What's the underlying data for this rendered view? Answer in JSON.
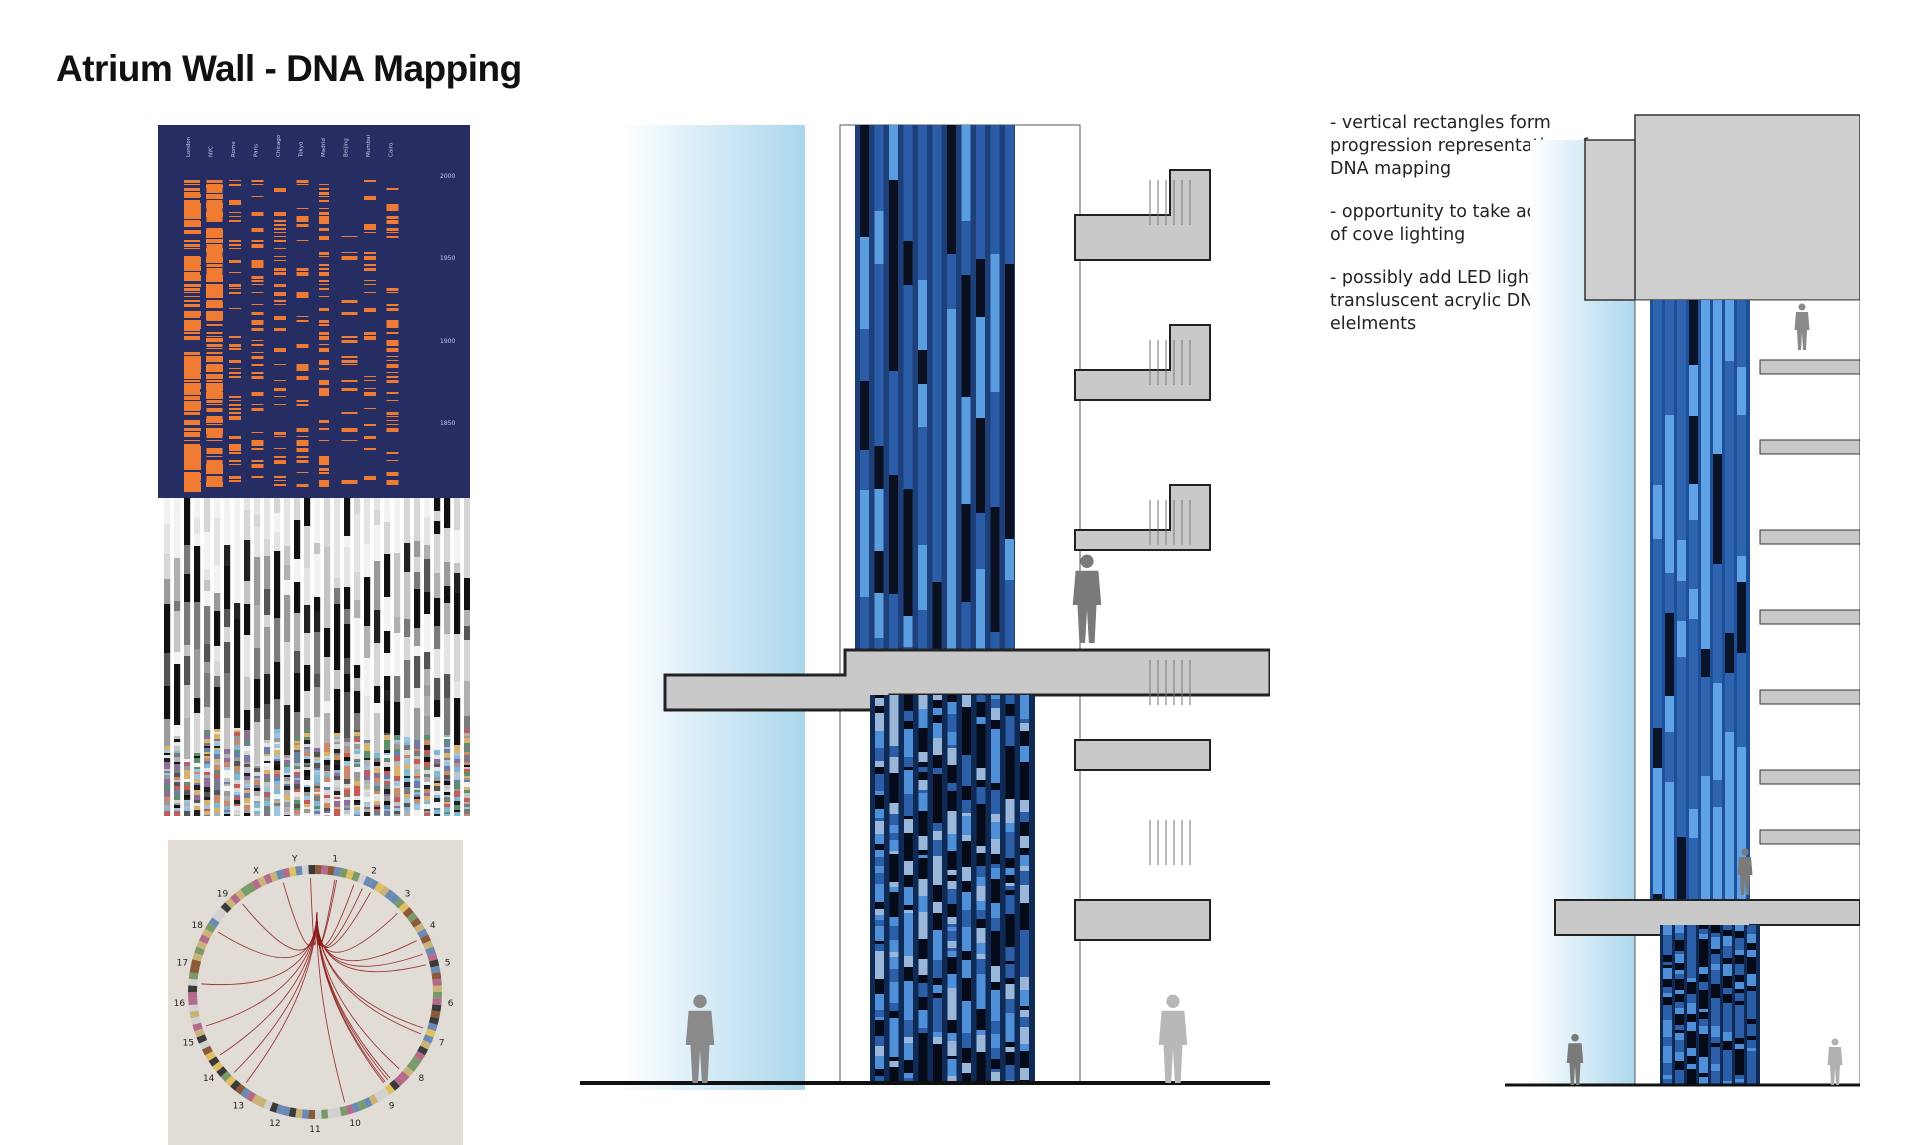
{
  "title": "Atrium Wall - DNA Mapping",
  "notes": [
    "- vertical rectangles form progression representative of DNA mapping",
    "- opportunity to take advantatge of cove lighting",
    "- possibly add LED lighting to transluscent acrylic DNA elelments"
  ],
  "city_chart": {
    "columns": [
      "London",
      "NYC",
      "Rome",
      "Paris",
      "Chicago",
      "Tokyo",
      "Madrid",
      "Beijing",
      "Mumbai",
      "Cairo"
    ],
    "year_labels": [
      "2000",
      "1950",
      "1900",
      "1850"
    ]
  },
  "circos": {
    "chromosomes": [
      "1",
      "2",
      "3",
      "4",
      "5",
      "6",
      "7",
      "8",
      "9",
      "10",
      "11",
      "12",
      "13",
      "14",
      "15",
      "16",
      "17",
      "18",
      "19",
      "X",
      "Y"
    ]
  },
  "colors": {
    "chart_bg": "#262d63",
    "chart_bars": "#f07c34",
    "wall_blue": "#2f66b0",
    "sky_glow": "#a9d6ec",
    "slab_gray": "#c9c9c9",
    "circos_red": "#8e1c1c"
  }
}
